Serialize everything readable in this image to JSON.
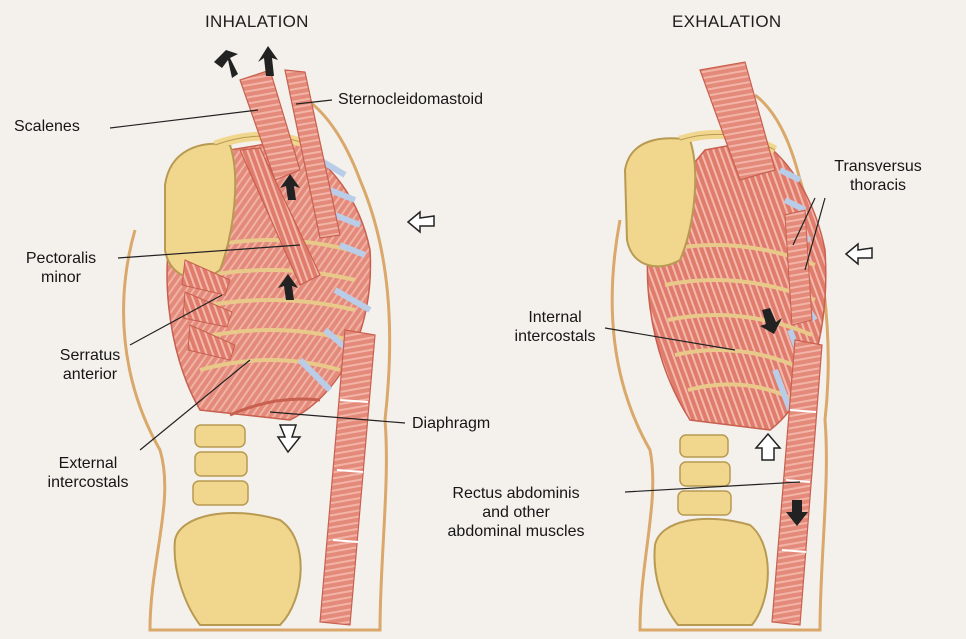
{
  "titles": {
    "inhalation": "INHALATION",
    "exhalation": "EXHALATION"
  },
  "labels": {
    "scalenes": "Scalenes",
    "sternocleidomastoid": "Sternocleidomastoid",
    "pectoralis_minor": [
      "Pectoralis",
      "minor"
    ],
    "serratus_anterior": [
      "Serratus",
      "anterior"
    ],
    "external_intercostals": [
      "External",
      "intercostals"
    ],
    "diaphragm": "Diaphragm",
    "transversus_thoracis": [
      "Transversus",
      "thoracis"
    ],
    "internal_intercostals": [
      "Internal",
      "intercostals"
    ],
    "rectus_abdominis": [
      "Rectus abdominis",
      "and other",
      "abdominal muscles"
    ]
  },
  "colors": {
    "background": "#f4f1ec",
    "bone": "#f1d68e",
    "bone_outline": "#b89a52",
    "muscle": "#e48a7a",
    "muscle_dark": "#c8604f",
    "cartilage": "#b9cde8",
    "skin_outline": "#d9a86a",
    "arrow_solid": "#222222"
  },
  "icons": {
    "movement_arrow_solid": "solid-black-arrow",
    "movement_arrow_outline": "outline-arrow"
  }
}
